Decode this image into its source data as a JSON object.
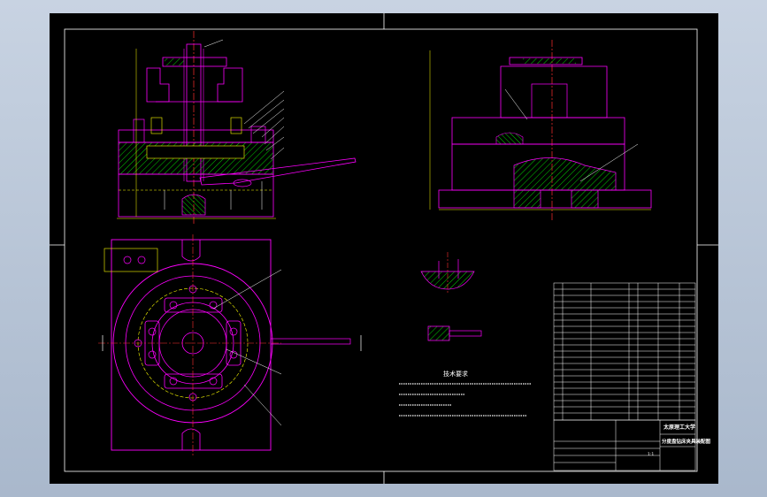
{
  "title_block": {
    "university": "太原理工大学",
    "drawing_title": "分度盘钻床夹具装配图",
    "scale": "1:1"
  },
  "notes": {
    "heading": "技术要求"
  },
  "colors": {
    "background": "#000000",
    "frame": "#ffffff",
    "part_outline": "#ff00ff",
    "hatch": "#00ff00",
    "hidden_line": "#ffff00",
    "center_line": "#ff0000",
    "dimension": "#ffff00",
    "leader": "#ffffff"
  }
}
